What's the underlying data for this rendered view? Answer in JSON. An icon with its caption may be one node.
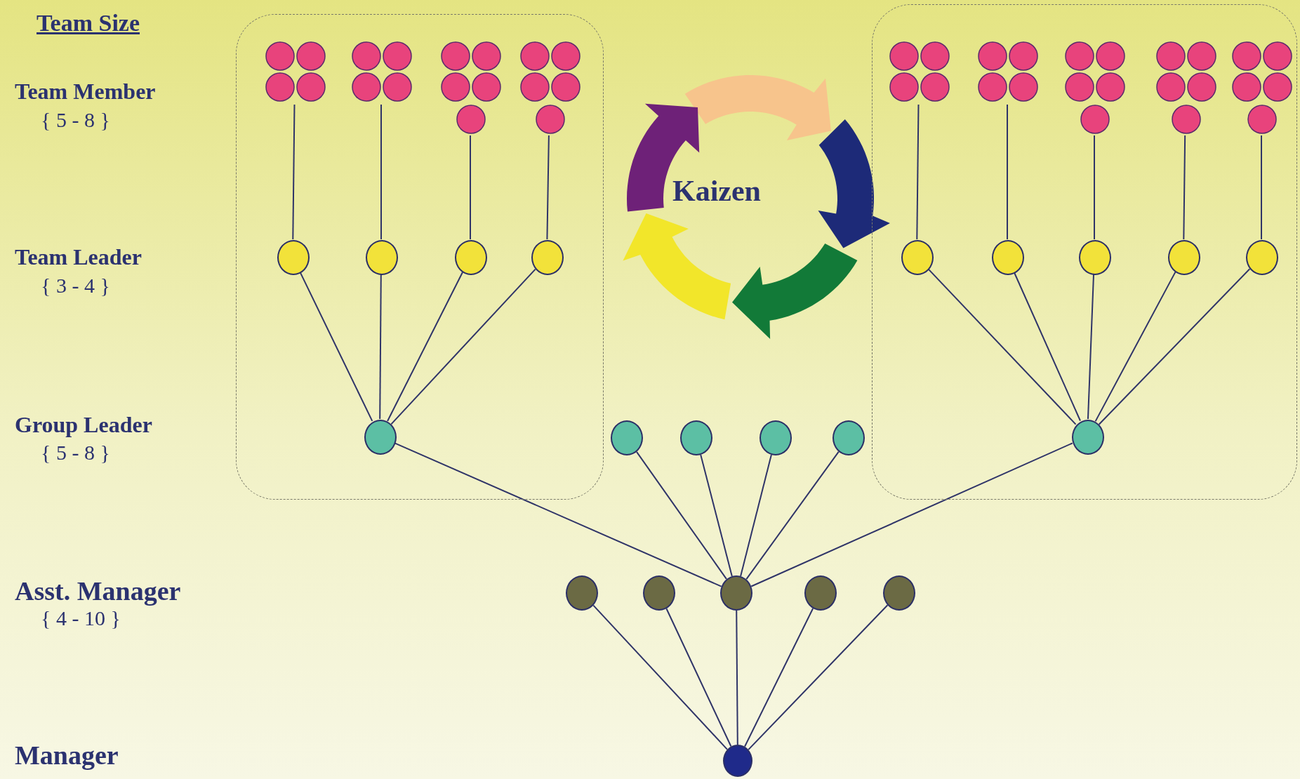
{
  "diagram": {
    "nodes": [
      {
        "text": [],
        "shape": "box"
      },
      {
        "text": [],
        "shape": "circle",
        "in": 0
      },
      {
        "text": [],
        "shape": "circle",
        "in": 0
      },
      {
        "text": [],
        "shape": "circle",
        "in": 0
      },
      {
        "text": [],
        "shape": "circle",
        "in": 0
      },
      {
        "text": [],
        "shape": "circle",
        "in": 0
      },
      {
        "text": [],
        "shape": "circle",
        "in": 0
      },
      {
        "text": [],
        "shape": "circle",
        "in": 0
      },
      {
        "text": [],
        "shape": "circle",
        "in": 0
      },
      {
        "text": [],
        "shape": "circle",
        "in": 0
      },
      {
        "text": [],
        "shape": "box"
      },
      {
        "text": [],
        "shape": "circle",
        "in": 10
      },
      {
        "text": [],
        "shape": "circle",
        "in": 10
      },
      {
        "text": [],
        "shape": "circle",
        "in": 10
      },
      {
        "text": [],
        "shape": "circle",
        "in": 10
      },
      {
        "text": [],
        "shape": "circle",
        "in": 10
      },
      {
        "text": [],
        "shape": "circle",
        "in": 10
      },
      {
        "text": [],
        "shape": "circle",
        "in": 10
      },
      {
        "text": [],
        "shape": "circle",
        "in": 10
      },
      {
        "text": [],
        "shape": "circle",
        "in": 10
      },
      {
        "text": [],
        "shape": "circle",
        "in": 10
      },
      {
        "text": [],
        "shape": "circle",
        "in": 10
      },
      {
        "text": [],
        "shape": "circle"
      },
      {
        "text": [],
        "shape": "circle"
      },
      {
        "text": [],
        "shape": "circle"
      },
      {
        "text": [],
        "shape": "circle"
      },
      {
        "text": [],
        "shape": "circle"
      },
      {
        "text": [],
        "shape": "circle"
      },
      {
        "text": [],
        "shape": "circle"
      },
      {
        "text": [],
        "shape": "circle"
      },
      {
        "text": [],
        "shape": "circle"
      },
      {
        "text": [],
        "shape": "circle"
      }
    ],
    "edges": [
      {
        "from": 1,
        "to": 5,
        "arrow": "none"
      },
      {
        "from": 2,
        "to": 6,
        "arrow": "none"
      },
      {
        "from": 3,
        "to": 7,
        "arrow": "none"
      },
      {
        "from": 4,
        "to": 8,
        "arrow": "none"
      },
      {
        "from": 5,
        "to": 9,
        "arrow": "none"
      },
      {
        "from": 6,
        "to": 9,
        "arrow": "none"
      },
      {
        "from": 7,
        "to": 9,
        "arrow": "none"
      },
      {
        "from": 8,
        "to": 9,
        "arrow": "none"
      },
      {
        "from": 11,
        "to": 16,
        "arrow": "none"
      },
      {
        "from": 12,
        "to": 17,
        "arrow": "none"
      },
      {
        "from": 13,
        "to": 18,
        "arrow": "none"
      },
      {
        "from": 14,
        "to": 19,
        "arrow": "none"
      },
      {
        "from": 15,
        "to": 20,
        "arrow": "none"
      },
      {
        "from": 16,
        "to": 21,
        "arrow": "none"
      },
      {
        "from": 17,
        "to": 21,
        "arrow": "none"
      },
      {
        "from": 18,
        "to": 21,
        "arrow": "none"
      },
      {
        "from": 19,
        "to": 21,
        "arrow": "none"
      },
      {
        "from": 20,
        "to": 21,
        "arrow": "none"
      },
      {
        "from": 9,
        "to": 28,
        "arrow": "none"
      },
      {
        "from": 22,
        "to": 28,
        "arrow": "none"
      },
      {
        "from": 23,
        "to": 28,
        "arrow": "none"
      },
      {
        "from": 24,
        "to": 28,
        "arrow": "none"
      },
      {
        "from": 25,
        "to": 28,
        "arrow": "none"
      },
      {
        "from": 21,
        "to": 28,
        "arrow": "none"
      },
      {
        "from": 26,
        "to": 31,
        "arrow": "none"
      },
      {
        "from": 27,
        "to": 31,
        "arrow": "none"
      },
      {
        "from": 28,
        "to": 31,
        "arrow": "none"
      },
      {
        "from": 29,
        "to": 31,
        "arrow": "none"
      },
      {
        "from": 30,
        "to": 31,
        "arrow": "none"
      }
    ],
    "labels": [
      "Team Size",
      "Team Member",
      "{ 5 - 8 }",
      "Team Leader",
      "{ 3 - 4 }",
      "Group Leader",
      "{ 5 - 8 }",
      "Kaizen",
      "Asst. Manager",
      "{ 4 - 10 }",
      "Manager"
    ]
  }
}
